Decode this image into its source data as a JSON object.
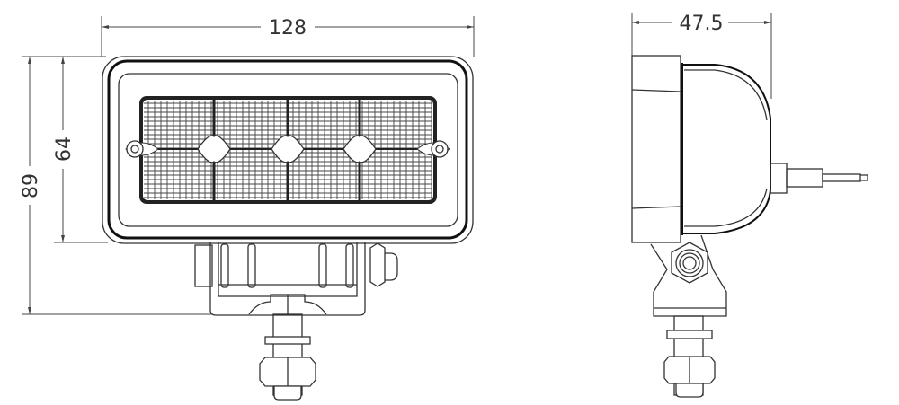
{
  "dimensions": {
    "width": "128",
    "height_lens": "64",
    "height_total": "89",
    "depth": "47.5"
  },
  "views": [
    "front-view",
    "side-view"
  ],
  "colors": {
    "line": "#333333",
    "lens": "#222222"
  }
}
